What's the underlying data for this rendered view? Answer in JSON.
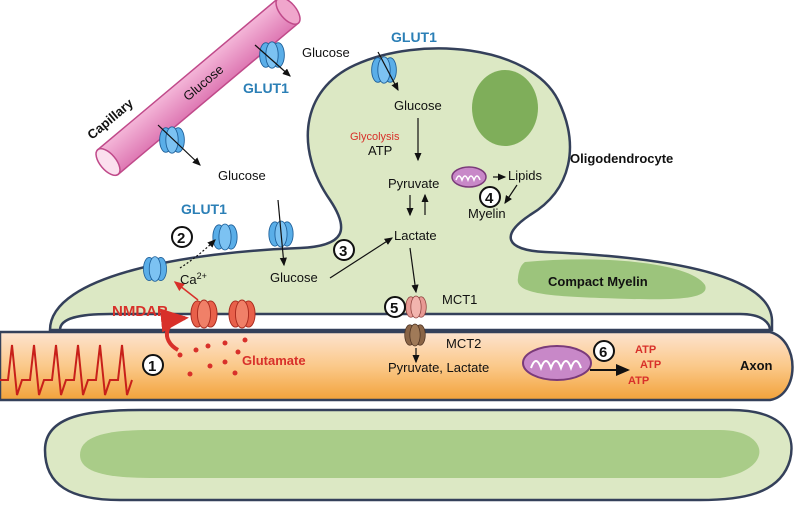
{
  "labels": {
    "capillary": "Capillary",
    "capillary_glucose": "Glucose",
    "glut1_capillary": "GLUT1",
    "glucose_top": "Glucose",
    "glut1_oligo": "GLUT1",
    "glucose_oligo": "Glucose",
    "glycolysis": "Glycolysis",
    "atp_oligo": "ATP",
    "pyruvate": "Pyruvate",
    "lactate": "Lactate",
    "lipids": "Lipids",
    "myelin": "Myelin",
    "oligodendrocyte": "Oligodendrocyte",
    "glucose_mid": "Glucose",
    "glut1_myelin": "GLUT1",
    "calcium": "Ca",
    "calcium_sup": "2+",
    "glucose_myelin": "Glucose",
    "compact_myelin": "Compact Myelin",
    "nmdar": "NMDAR",
    "glutamate": "Glutamate",
    "mct1": "MCT1",
    "mct2": "MCT2",
    "pyruvate_lactate": "Pyruvate, Lactate",
    "atp_1": "ATP",
    "atp_2": "ATP",
    "atp_3": "ATP",
    "axon": "Axon"
  },
  "steps": [
    "1",
    "2",
    "3",
    "4",
    "5",
    "6"
  ],
  "colors": {
    "glut1": "#2b7fb6",
    "red_label": "#d8302a",
    "cytoplasm": "#dce8c4",
    "compact_myelin": "#9cc47c",
    "capillary": "#e88cbf",
    "axon": "#f5b04a"
  }
}
